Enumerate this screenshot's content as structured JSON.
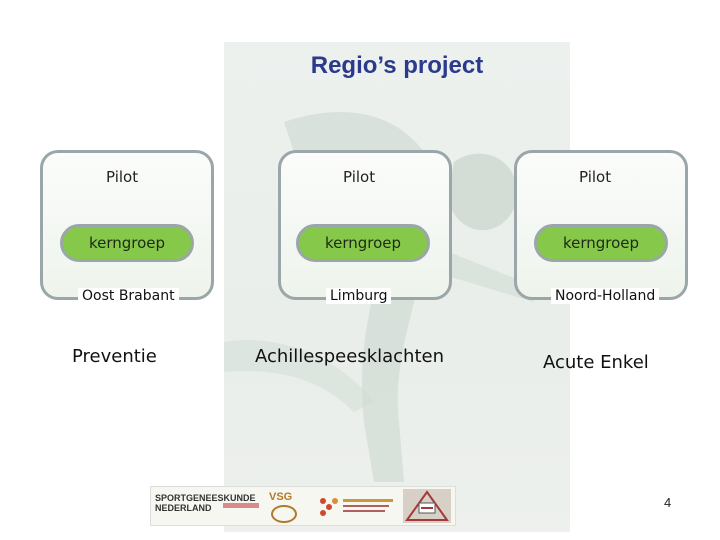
{
  "title": "Regio’s project",
  "cards": [
    {
      "pilot": "Pilot",
      "group": "kerngroep",
      "region": "Oost Brabant",
      "topic": "Preventie"
    },
    {
      "pilot": "Pilot",
      "group": "kerngroep",
      "region": "Limburg",
      "topic": "Achillespeesklachten"
    },
    {
      "pilot": "Pilot",
      "group": "kerngroep",
      "region": "Noord-Holland",
      "topic": "Acute Enkel"
    }
  ],
  "logos": {
    "sgn_line1": "SPORTGENEESKUNDE",
    "sgn_line2": "NEDERLAND",
    "vsg": "VSG"
  },
  "page_number": "4",
  "colors": {
    "title": "#2b3a8c",
    "pill": "#86c84a",
    "border": "#9aa6a9"
  }
}
